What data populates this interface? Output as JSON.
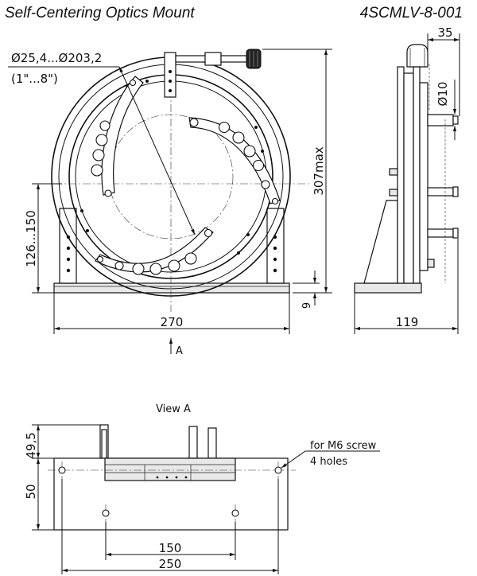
{
  "title": "Self-Centering Optics Mount",
  "part_number": "4SCMLV-8-001",
  "front_view": {
    "aperture_range": "Ø25,4...Ø203,2",
    "aperture_range_inch": "(1\"...8\")",
    "height_max": "307max",
    "center_height_range": "126...150",
    "base_height": "9",
    "width": "270",
    "view_direction_label": "A"
  },
  "side_view": {
    "top_offset": "35",
    "post_diameter": "Ø10",
    "depth": "119"
  },
  "view_a": {
    "title": "View A",
    "post_height": "49,5",
    "depth": "50",
    "hole_spacing_inner": "150",
    "hole_spacing_outer": "250",
    "screw_note_line1": "for M6 screw",
    "screw_note_line2": "4 holes"
  }
}
